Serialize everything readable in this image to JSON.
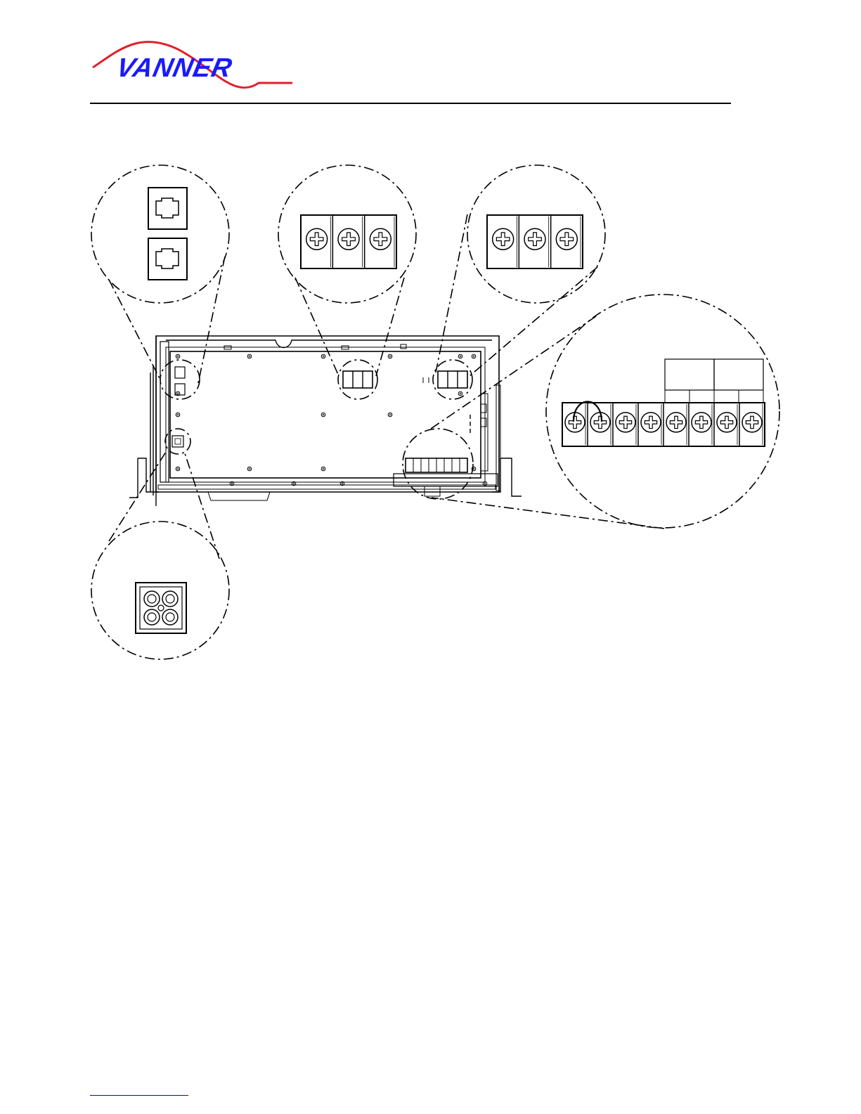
{
  "header": {
    "logo_text": "VANNER",
    "logo_text_color": "#1a1aff",
    "logo_wave_color": "#e0202a",
    "rule_color": "#000000"
  },
  "footer": {
    "link_rule_color": "#0000ee"
  },
  "diagram": {
    "line_color": "#000000",
    "icons": {
      "rj_jack": "rj-jack-icon",
      "terminal_screw": "terminal-screw-icon",
      "power_connector": "four-pin-connector-icon"
    },
    "callouts": [
      {
        "id": "communication-ports",
        "terminals": 2,
        "kind": "rj-jacks"
      },
      {
        "id": "terminal-block-left",
        "terminals": 3,
        "kind": "screw-terminals"
      },
      {
        "id": "terminal-block-right",
        "terminals": 3,
        "kind": "screw-terminals"
      },
      {
        "id": "terminal-block-bottom",
        "terminals": 8,
        "kind": "screw-terminals",
        "jumpered_pair": [
          1,
          2
        ]
      },
      {
        "id": "power-connector",
        "terminals": 4,
        "kind": "round-pin-connector"
      }
    ]
  }
}
